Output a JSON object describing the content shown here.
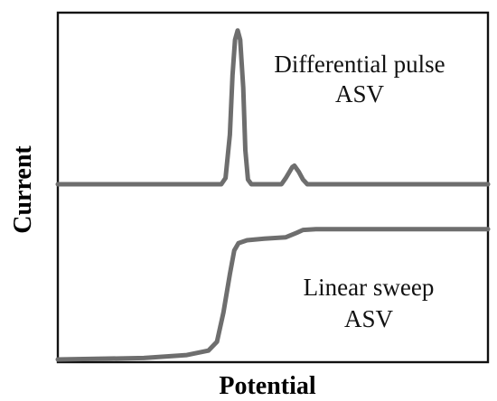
{
  "chart_data": {
    "type": "line",
    "xlabel": "Potential",
    "ylabel": "Current",
    "grid": false,
    "legend": "none",
    "x_ticks_shown": false,
    "y_ticks_shown": false,
    "colors": {
      "line": "#6e6e6e",
      "frame": "#111111",
      "background": "#ffffff"
    },
    "series": [
      {
        "values": [
          [
            0,
            0
          ],
          [
            38,
            0
          ],
          [
            39,
            0.04
          ],
          [
            40,
            0.32
          ],
          [
            40.6,
            0.7
          ],
          [
            41.2,
            0.93
          ],
          [
            41.8,
            0.99
          ],
          [
            42.4,
            0.93
          ],
          [
            43.1,
            0.62
          ],
          [
            43.6,
            0.22
          ],
          [
            44.2,
            0.03
          ],
          [
            45,
            0
          ],
          [
            52,
            0
          ],
          [
            53,
            0.04
          ],
          [
            54.5,
            0.11
          ],
          [
            55,
            0.12
          ],
          [
            56,
            0.08
          ],
          [
            57,
            0.03
          ],
          [
            58,
            0
          ],
          [
            100,
            0
          ]
        ]
      },
      {
        "values": [
          [
            0,
            0
          ],
          [
            20,
            0.01
          ],
          [
            30,
            0.03
          ],
          [
            35,
            0.06
          ],
          [
            37,
            0.12
          ],
          [
            38.5,
            0.32
          ],
          [
            40,
            0.58
          ],
          [
            41,
            0.74
          ],
          [
            42,
            0.79
          ],
          [
            44,
            0.81
          ],
          [
            48,
            0.82
          ],
          [
            53,
            0.83
          ],
          [
            55.5,
            0.86
          ],
          [
            57,
            0.88
          ],
          [
            60,
            0.885
          ],
          [
            100,
            0.885
          ]
        ]
      }
    ],
    "annotations": [
      {
        "lines": [
          "Differential pulse",
          "ASV"
        ],
        "anchor": "upper-right"
      },
      {
        "lines": [
          "Linear sweep",
          "ASV"
        ],
        "anchor": "lower-right"
      }
    ]
  }
}
